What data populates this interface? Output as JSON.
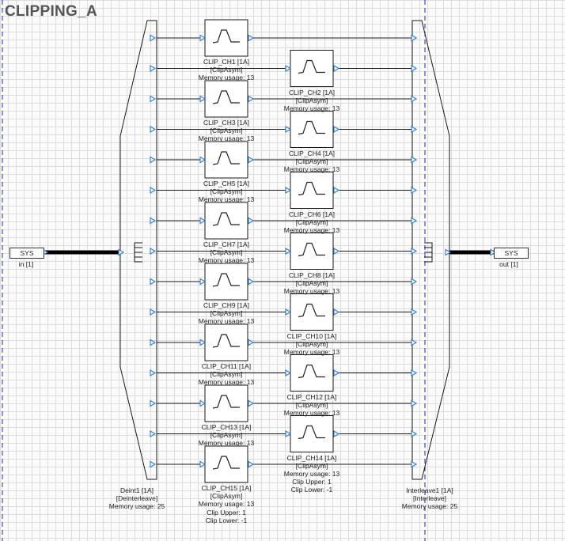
{
  "title": "CLIPPING_A",
  "input": {
    "label": "SYS",
    "sublabel": "in [1]"
  },
  "output": {
    "label": "SYS",
    "sublabel": "out [1]"
  },
  "deinterleave": {
    "name": "Deint1 [1A]",
    "type": "[Deinterleave]",
    "memory": "Memory usage: 25"
  },
  "interleave": {
    "name": "Interleave1 [1A]",
    "type": "[Interleave]",
    "memory": "Memory usage: 25"
  },
  "channels": [
    {
      "name": "CLIP_CH1 [1A]",
      "type": "[ClipAsym]",
      "memory": "Memory usage: 13"
    },
    {
      "name": "CLIP_CH2 [1A]",
      "type": "[ClipAsym]",
      "memory": "Memory usage: 13"
    },
    {
      "name": "CLIP_CH3 [1A]",
      "type": "[ClipAsym]",
      "memory": "Memory usage: 13"
    },
    {
      "name": "CLIP_CH4 [1A]",
      "type": "[ClipAsym]",
      "memory": "Memory usage: 13"
    },
    {
      "name": "CLIP_CH5 [1A]",
      "type": "[ClipAsym]",
      "memory": "Memory usage: 13"
    },
    {
      "name": "CLIP_CH6 [1A]",
      "type": "[ClipAsym]",
      "memory": "Memory usage: 13"
    },
    {
      "name": "CLIP_CH7 [1A]",
      "type": "[ClipAsym]",
      "memory": "Memory usage: 13"
    },
    {
      "name": "CLIP_CH8 [1A]",
      "type": "[ClipAsym]",
      "memory": "Memory usage: 13"
    },
    {
      "name": "CLIP_CH9 [1A]",
      "type": "[ClipAsym]",
      "memory": "Memory usage: 13"
    },
    {
      "name": "CLIP_CH10 [1A]",
      "type": "[ClipAsym]",
      "memory": "Memory usage: 13"
    },
    {
      "name": "CLIP_CH11 [1A]",
      "type": "[ClipAsym]",
      "memory": "Memory usage: 13"
    },
    {
      "name": "CLIP_CH12 [1A]",
      "type": "[ClipAsym]",
      "memory": "Memory usage: 13"
    },
    {
      "name": "CLIP_CH13 [1A]",
      "type": "[ClipAsym]",
      "memory": "Memory usage: 13"
    },
    {
      "name": "CLIP_CH14 [1A]",
      "type": "[ClipAsym]",
      "memory": "Memory usage: 13",
      "extra": [
        "Clip Upper: 1",
        "Clip Lower: -1"
      ]
    },
    {
      "name": "CLIP_CH15 [1A]",
      "type": "[ClipAsym]",
      "memory": "Memory usage: 13",
      "extra": [
        "Clip Upper: 1",
        "Clip Lower: -1"
      ]
    }
  ],
  "colors": {
    "port": "#2a7be4",
    "wire": "#1a1a1a",
    "guide": "#2222cc",
    "grid": "#dcdcdc"
  }
}
